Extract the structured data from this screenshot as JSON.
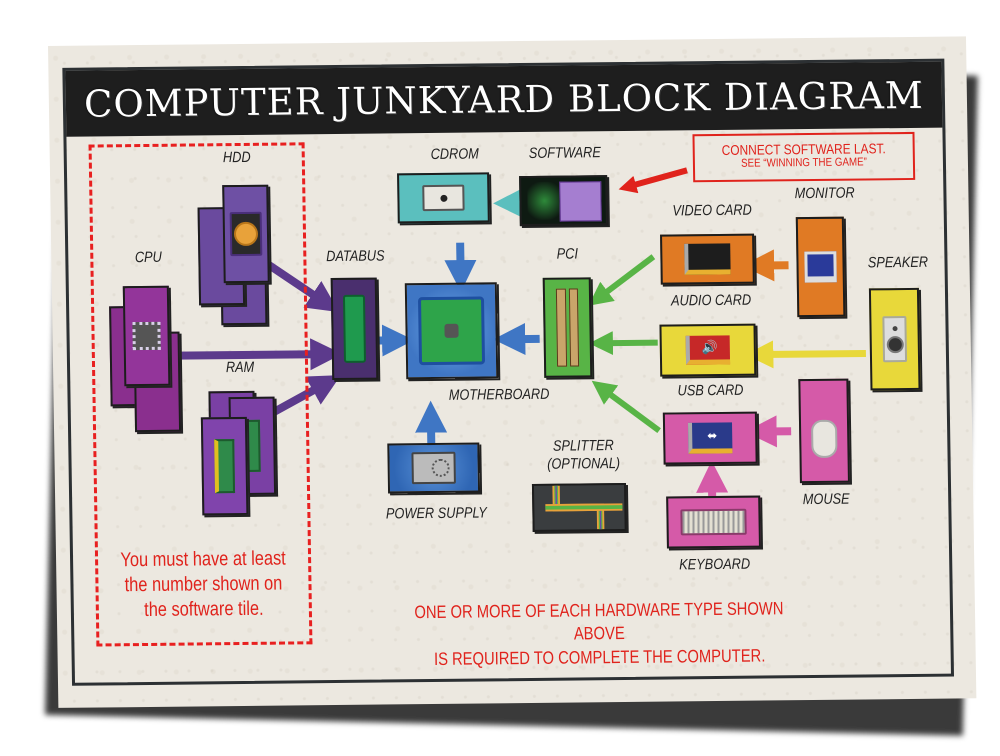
{
  "title": "COMPUTER JUNKYARD BLOCK DIAGRAM",
  "colors": {
    "banner": "#1e1e1e",
    "paper": "#ece8e0",
    "note_red": "#e0231c",
    "purple": "#5c3a8c",
    "cpu_purple": "#8a2f8e",
    "blue": "#3f76c4",
    "teal": "#5bbfbe",
    "green": "#58b446",
    "orange": "#e07a24",
    "yellow": "#e8d83a",
    "pink": "#d55aa8",
    "black": "#1a1a1a"
  },
  "components": {
    "hdd": {
      "label": "HDD",
      "icon": "hard-drive-icon"
    },
    "cpu": {
      "label": "CPU",
      "icon": "cpu-chip-icon"
    },
    "ram": {
      "label": "RAM",
      "icon": "ram-stick-icon"
    },
    "databus": {
      "label": "DATABUS",
      "icon": "databus-board-icon"
    },
    "cdrom": {
      "label": "CDROM",
      "icon": "cd-drive-icon"
    },
    "software": {
      "label": "SOFTWARE",
      "icon": "software-card-icon"
    },
    "motherboard": {
      "label": "MOTHERBOARD",
      "icon": "motherboard-icon"
    },
    "power_supply": {
      "label": "POWER SUPPLY",
      "icon": "power-supply-icon"
    },
    "pci": {
      "label": "PCI",
      "icon": "pci-slots-icon"
    },
    "video_card": {
      "label": "VIDEO CARD",
      "icon": "video-card-icon"
    },
    "audio_card": {
      "label": "AUDIO CARD",
      "icon": "audio-card-icon"
    },
    "usb_card": {
      "label": "USB CARD",
      "icon": "usb-card-icon"
    },
    "monitor": {
      "label": "MONITOR",
      "icon": "monitor-icon"
    },
    "speaker": {
      "label": "SPEAKER",
      "icon": "speaker-icon"
    },
    "mouse": {
      "label": "MOUSE",
      "icon": "mouse-icon"
    },
    "keyboard": {
      "label": "KEYBOARD",
      "icon": "keyboard-icon"
    },
    "splitter": {
      "label_line1": "SPLITTER",
      "label_line2": "(OPTIONAL)",
      "icon": "splitter-pipe-icon"
    }
  },
  "connections": [
    {
      "from": "HDD",
      "to": "DATABUS"
    },
    {
      "from": "CPU",
      "to": "DATABUS"
    },
    {
      "from": "RAM",
      "to": "DATABUS"
    },
    {
      "from": "DATABUS",
      "to": "MOTHERBOARD"
    },
    {
      "from": "CDROM",
      "to": "MOTHERBOARD"
    },
    {
      "from": "SOFTWARE",
      "to": "CDROM"
    },
    {
      "from": "POWER SUPPLY",
      "to": "MOTHERBOARD"
    },
    {
      "from": "PCI",
      "to": "MOTHERBOARD"
    },
    {
      "from": "VIDEO CARD",
      "to": "PCI"
    },
    {
      "from": "AUDIO CARD",
      "to": "PCI"
    },
    {
      "from": "USB CARD",
      "to": "PCI"
    },
    {
      "from": "MONITOR",
      "to": "VIDEO CARD"
    },
    {
      "from": "SPEAKER",
      "to": "AUDIO CARD"
    },
    {
      "from": "MOUSE",
      "to": "USB CARD"
    },
    {
      "from": "KEYBOARD",
      "to": "USB CARD"
    }
  ],
  "notes": {
    "software_note_line1": "CONNECT SOFTWARE LAST.",
    "software_note_line2": "SEE “WINNING THE GAME”",
    "min_count_line1": "You must have at least",
    "min_count_line2": "the number shown on",
    "min_count_line3": "the software tile.",
    "required_line1": "ONE OR MORE OF EACH HARDWARE TYPE SHOWN ABOVE",
    "required_line2": "IS REQUIRED TO COMPLETE THE COMPUTER."
  }
}
